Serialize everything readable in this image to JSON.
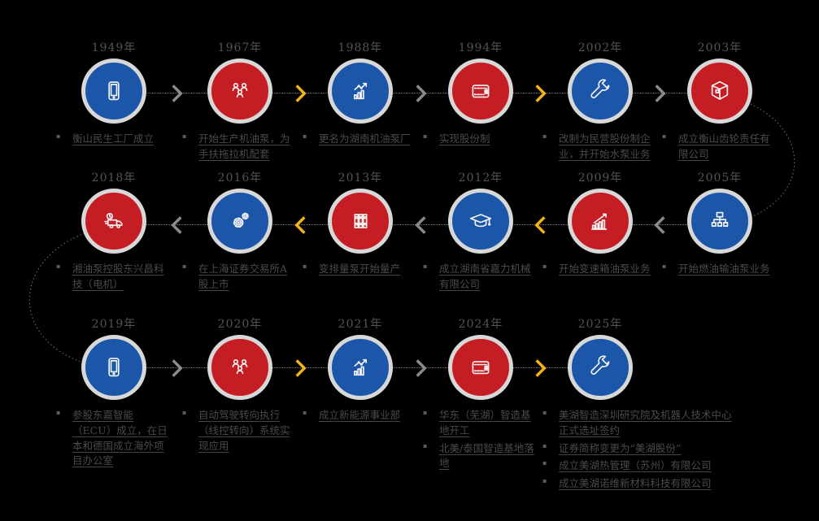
{
  "colors": {
    "background": "#000000",
    "circle_blue": "#1b56a8",
    "circle_red": "#c41e24",
    "circle_ring": "#d8d8d8",
    "arrow_gray": "#8a8a8a",
    "arrow_gold": "#f0b41a",
    "year_text": "#545454",
    "body_text": "#4a4a4a"
  },
  "icons": {
    "tablet-icon": "smartphone outline",
    "team-icon": "three people group",
    "chart-line-icon": "bar chart with rising line",
    "wallet-icon": "wallet with clasp",
    "wrench-icon": "wrench",
    "box-icon": "3d package box",
    "delivery-truck-icon": "truck with clock",
    "gears-icon": "two gears",
    "books-icon": "three ledger books",
    "graduation-cap-icon": "graduation cap",
    "growth-chart-icon": "ascending bars with arrow",
    "sitemap-icon": "org chart hierarchy"
  },
  "timeline": {
    "rows": [
      {
        "direction": "right",
        "nodes": [
          {
            "year": "1949年",
            "color": "blue",
            "icon": "tablet-icon",
            "bullets": [
              "衡山民生工厂成立"
            ]
          },
          {
            "year": "1967年",
            "color": "red",
            "icon": "team-icon",
            "bullets": [
              "开始生产机油泵，为手扶拖拉机配套"
            ]
          },
          {
            "year": "1988年",
            "color": "blue",
            "icon": "chart-line-icon",
            "bullets": [
              "更名为湖南机油泵厂"
            ]
          },
          {
            "year": "1994年",
            "color": "red",
            "icon": "wallet-icon",
            "bullets": [
              "实现股份制"
            ]
          },
          {
            "year": "2002年",
            "color": "blue",
            "icon": "wrench-icon",
            "bullets": [
              "改制为民营股份制企业，并开始水泵业务"
            ]
          },
          {
            "year": "2003年",
            "color": "red",
            "icon": "box-icon",
            "bullets": [
              "成立衡山齿轮责任有限公司"
            ]
          }
        ]
      },
      {
        "direction": "left",
        "nodes": [
          {
            "year": "2018年",
            "color": "red",
            "icon": "delivery-truck-icon",
            "bullets": [
              "湘油泵控股东兴昌科技（电机）"
            ]
          },
          {
            "year": "2016年",
            "color": "blue",
            "icon": "gears-icon",
            "bullets": [
              "在上海证券交易所A股上市"
            ]
          },
          {
            "year": "2013年",
            "color": "red",
            "icon": "books-icon",
            "bullets": [
              "变排量泵开始量产"
            ]
          },
          {
            "year": "2012年",
            "color": "blue",
            "icon": "graduation-cap-icon",
            "bullets": [
              "成立湖南省嘉力机械有限公司"
            ]
          },
          {
            "year": "2009年",
            "color": "red",
            "icon": "growth-chart-icon",
            "bullets": [
              "开始变速箱油泵业务"
            ]
          },
          {
            "year": "2005年",
            "color": "blue",
            "icon": "sitemap-icon",
            "bullets": [
              "开始燃油输油泵业务"
            ]
          }
        ]
      },
      {
        "direction": "right",
        "nodes": [
          {
            "year": "2019年",
            "color": "blue",
            "icon": "tablet-icon",
            "bullets": [
              "参股东嘉智能（ECU）成立，在日本和德国成立海外项目办公室"
            ]
          },
          {
            "year": "2020年",
            "color": "red",
            "icon": "team-icon",
            "bullets": [
              "自动驾驶转向执行（线控转向）系统实现应用"
            ]
          },
          {
            "year": "2021年",
            "color": "blue",
            "icon": "chart-line-icon",
            "bullets": [
              "成立新能源事业部"
            ]
          },
          {
            "year": "2024年",
            "color": "red",
            "icon": "wallet-icon",
            "bullets": [
              "华东（芜湖）智造基地开工",
              "北美/泰国智造基地落地"
            ]
          },
          {
            "year": "2025年",
            "color": "blue",
            "icon": "wrench-icon",
            "bullets": [
              "美湖智造深圳研究院及机器人技术中心正式选址签约",
              "证券简称变更为“美湖股份”",
              "成立美湖热管理（苏州）有限公司",
              "成立美湖诺维新材料科技有限公司"
            ]
          }
        ]
      }
    ]
  }
}
